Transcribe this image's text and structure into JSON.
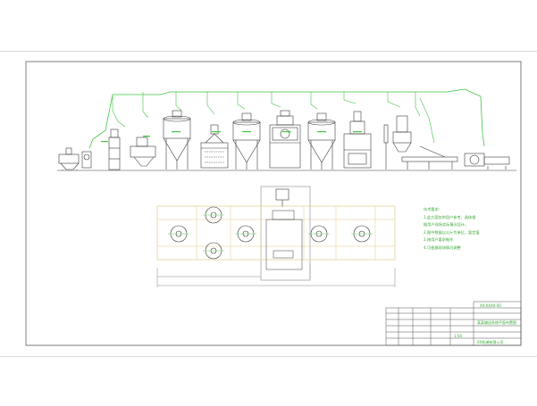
{
  "drawing": {
    "colors": {
      "border": "#707070",
      "frame": "#bdbdbd",
      "pipe": "#43c443",
      "equipment": "#3a3a3a",
      "plan": "#e3c98a",
      "note_text": "#38a838",
      "dim": "#888888"
    },
    "notes": {
      "title": "技术要求:",
      "lines": [
        "1.此方案仅供用户参考，具体根",
        "据用户现场实际情况设计。",
        "2.图中数据以公斤为单位，暂定值",
        "3.按用户要求制作",
        "4.可根据现场情况调整"
      ]
    },
    "title_block": {
      "drawing_no": "XX-XXXX-00",
      "project_title": "某某输送系统平面布置图",
      "scale_label": "1:50",
      "company": "XX机械有限公司"
    }
  }
}
